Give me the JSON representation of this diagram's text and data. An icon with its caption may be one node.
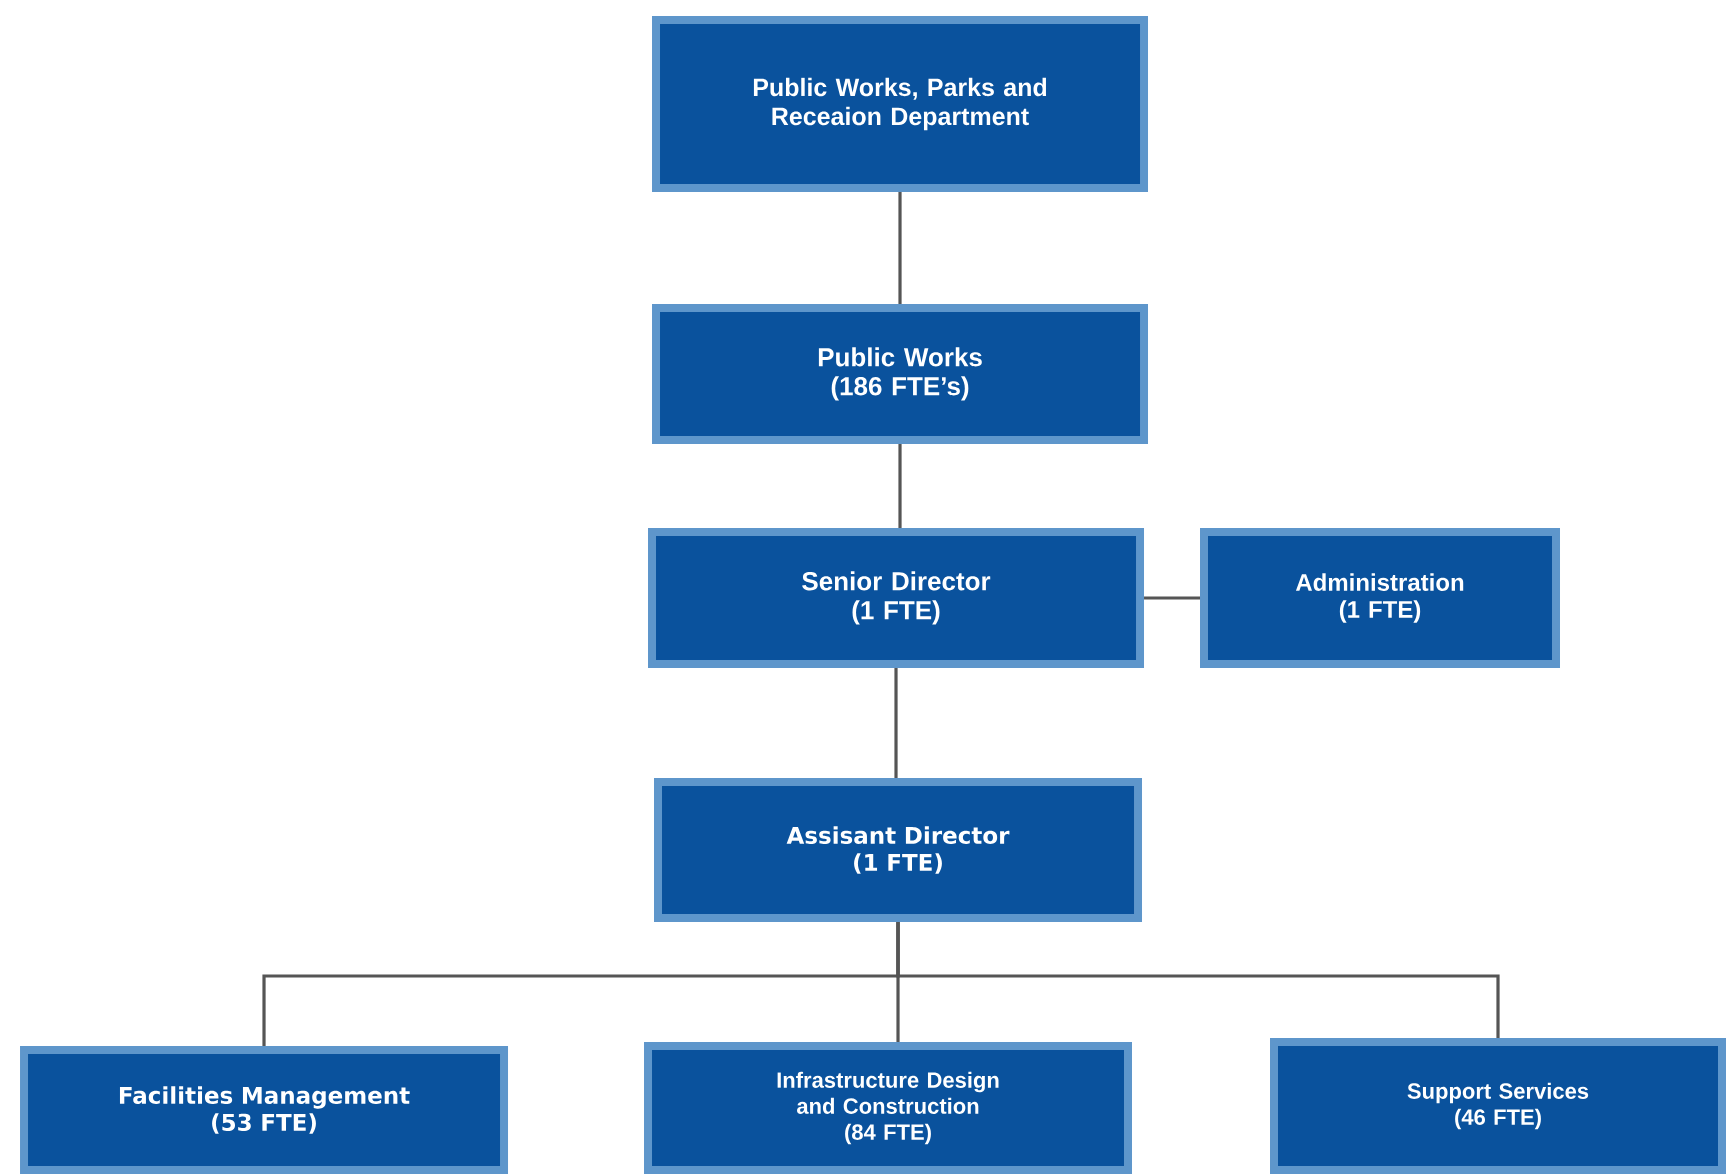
{
  "diagram": {
    "nodes": [
      {
        "text": [
          "Public Works, Parks and Receaion Department"
        ]
      },
      {
        "text": [
          "Public Works",
          "(186 FTE’s)"
        ]
      },
      {
        "text": [
          "Senior Director",
          "(1 FTE)"
        ]
      },
      {
        "text": [
          "Administration",
          "(1 FTE)"
        ]
      },
      {
        "text": [
          "Assisant Director",
          "(1 FTE)"
        ]
      },
      {
        "text": [
          "Facilities Management",
          "(53 FTE)"
        ]
      },
      {
        "text": [
          "Infrastructure Design and Construction",
          "(84 FTE)"
        ]
      },
      {
        "text": [
          "Support Services",
          "(46 FTE)"
        ]
      }
    ],
    "edges": [
      {
        "from": 0,
        "to": 1,
        "arrow": "none"
      },
      {
        "from": 1,
        "to": 2,
        "arrow": "none"
      },
      {
        "from": 2,
        "to": 3,
        "arrow": "none"
      },
      {
        "from": 2,
        "to": 4,
        "arrow": "none"
      },
      {
        "from": 4,
        "to": 5,
        "arrow": "none"
      },
      {
        "from": 4,
        "to": 6,
        "arrow": "none"
      },
      {
        "from": 4,
        "to": 7,
        "arrow": "none"
      }
    ]
  }
}
